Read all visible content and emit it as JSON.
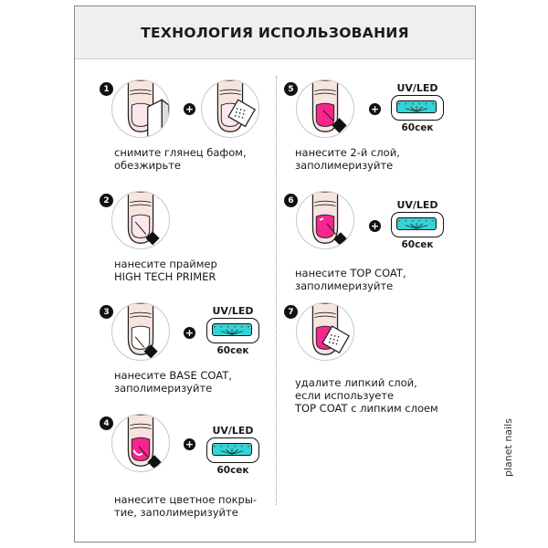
{
  "title": "ТЕХНОЛОГИЯ ИСПОЛЬЗОВАНИЯ",
  "brand": "planet nails",
  "plus": "+",
  "lamp": {
    "label": "UV/LED",
    "time": "60сек",
    "dots": "• • • • • • • •"
  },
  "colors": {
    "pink": "#f7258e",
    "skin": "#f8e4de",
    "nail_natural": "#fce8ec",
    "lamp_screen": "#35d3d6",
    "ink": "#111111"
  },
  "steps": [
    {
      "number": "1",
      "caption_lines": [
        "снимите глянец бафом,",
        "обезжирьте"
      ]
    },
    {
      "number": "2",
      "caption_lines": [
        "нанесите праймер",
        "HIGH TECH PRIMER"
      ]
    },
    {
      "number": "3",
      "caption_lines": [
        "нанесите BASE COAT,",
        "заполимеризуйте"
      ]
    },
    {
      "number": "4",
      "caption_lines": [
        "нанесите цветное покры-",
        "тие, заполимеризуйте"
      ]
    },
    {
      "number": "5",
      "caption_lines": [
        "нанесите 2-й слой,",
        "заполимеризуйте"
      ]
    },
    {
      "number": "6",
      "caption_lines": [
        "нанесите TOP COAT,",
        "заполимеризуйте"
      ]
    },
    {
      "number": "7",
      "caption_lines": [
        "удалите липкий слой,",
        "если используете",
        "TOP COAT с липким слоем"
      ]
    }
  ]
}
